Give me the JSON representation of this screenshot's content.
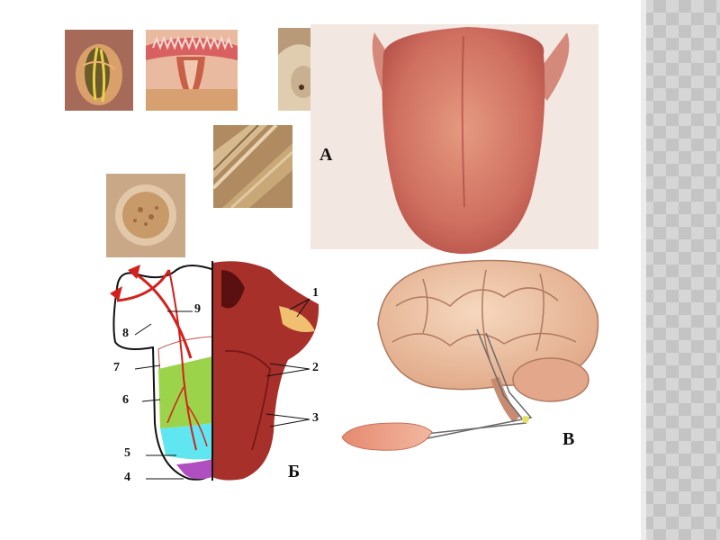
{
  "panel_labels": {
    "a": "А",
    "b": "Б",
    "v": "В"
  },
  "callouts": [
    "1",
    "2",
    "3",
    "4",
    "5",
    "6",
    "7",
    "8",
    "9"
  ],
  "colors": {
    "tongue_pink": "#d9776a",
    "tongue_dark": "#b8413a",
    "zone_green": "#9bd44a",
    "zone_cyan": "#5fe6f0",
    "zone_purple": "#b04fc0",
    "nerve_red": "#d4201c",
    "brain": "#f0c7a8"
  }
}
